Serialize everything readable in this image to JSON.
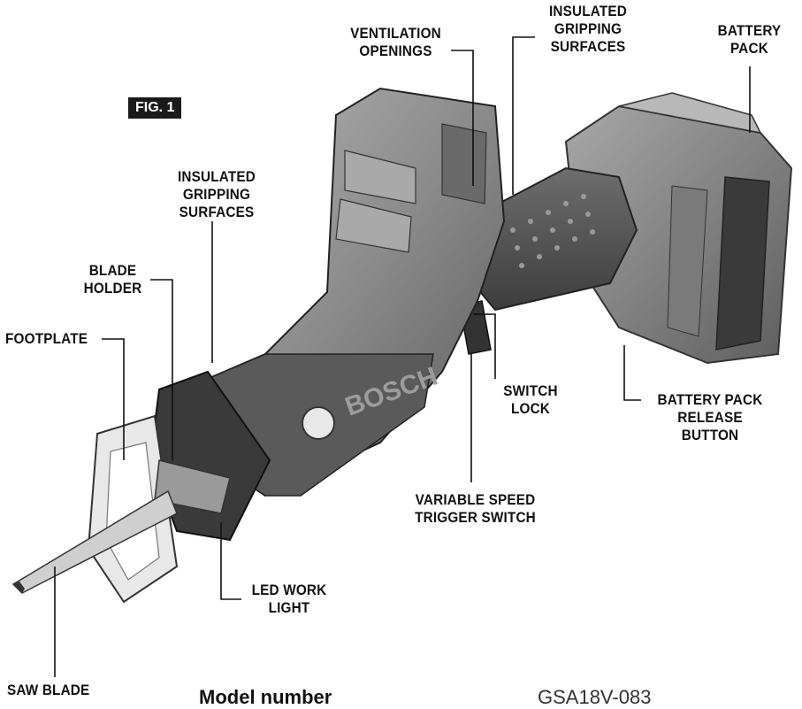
{
  "figure_label": "FIG. 1",
  "labels": {
    "ventilation": "VENTILATION\nOPENINGS",
    "grip_top": "INSULATED\nGRIPPING\nSURFACES",
    "battery_pack": "BATTERY\nPACK",
    "grip_left": "INSULATED\nGRIPPING\nSURFACES",
    "blade_holder": "BLADE\nHOLDER",
    "footplate": "FOOTPLATE",
    "switch_lock": "SWITCH\nLOCK",
    "release_button": "BATTERY PACK\nRELEASE BUTTON",
    "trigger": "VARIABLE SPEED\nTRIGGER SWITCH",
    "led": "LED WORK\nLIGHT",
    "saw_blade": "SAW BLADE"
  },
  "brand_text": "BOSCH",
  "model": {
    "key": "Model number",
    "value": "GSA18V-083"
  },
  "colors": {
    "ink": "#111111",
    "body_dark": "#4a4a4a",
    "body_mid": "#8c8c8c",
    "body_light": "#c9c9c9",
    "footplate": "#e6e6e6"
  }
}
